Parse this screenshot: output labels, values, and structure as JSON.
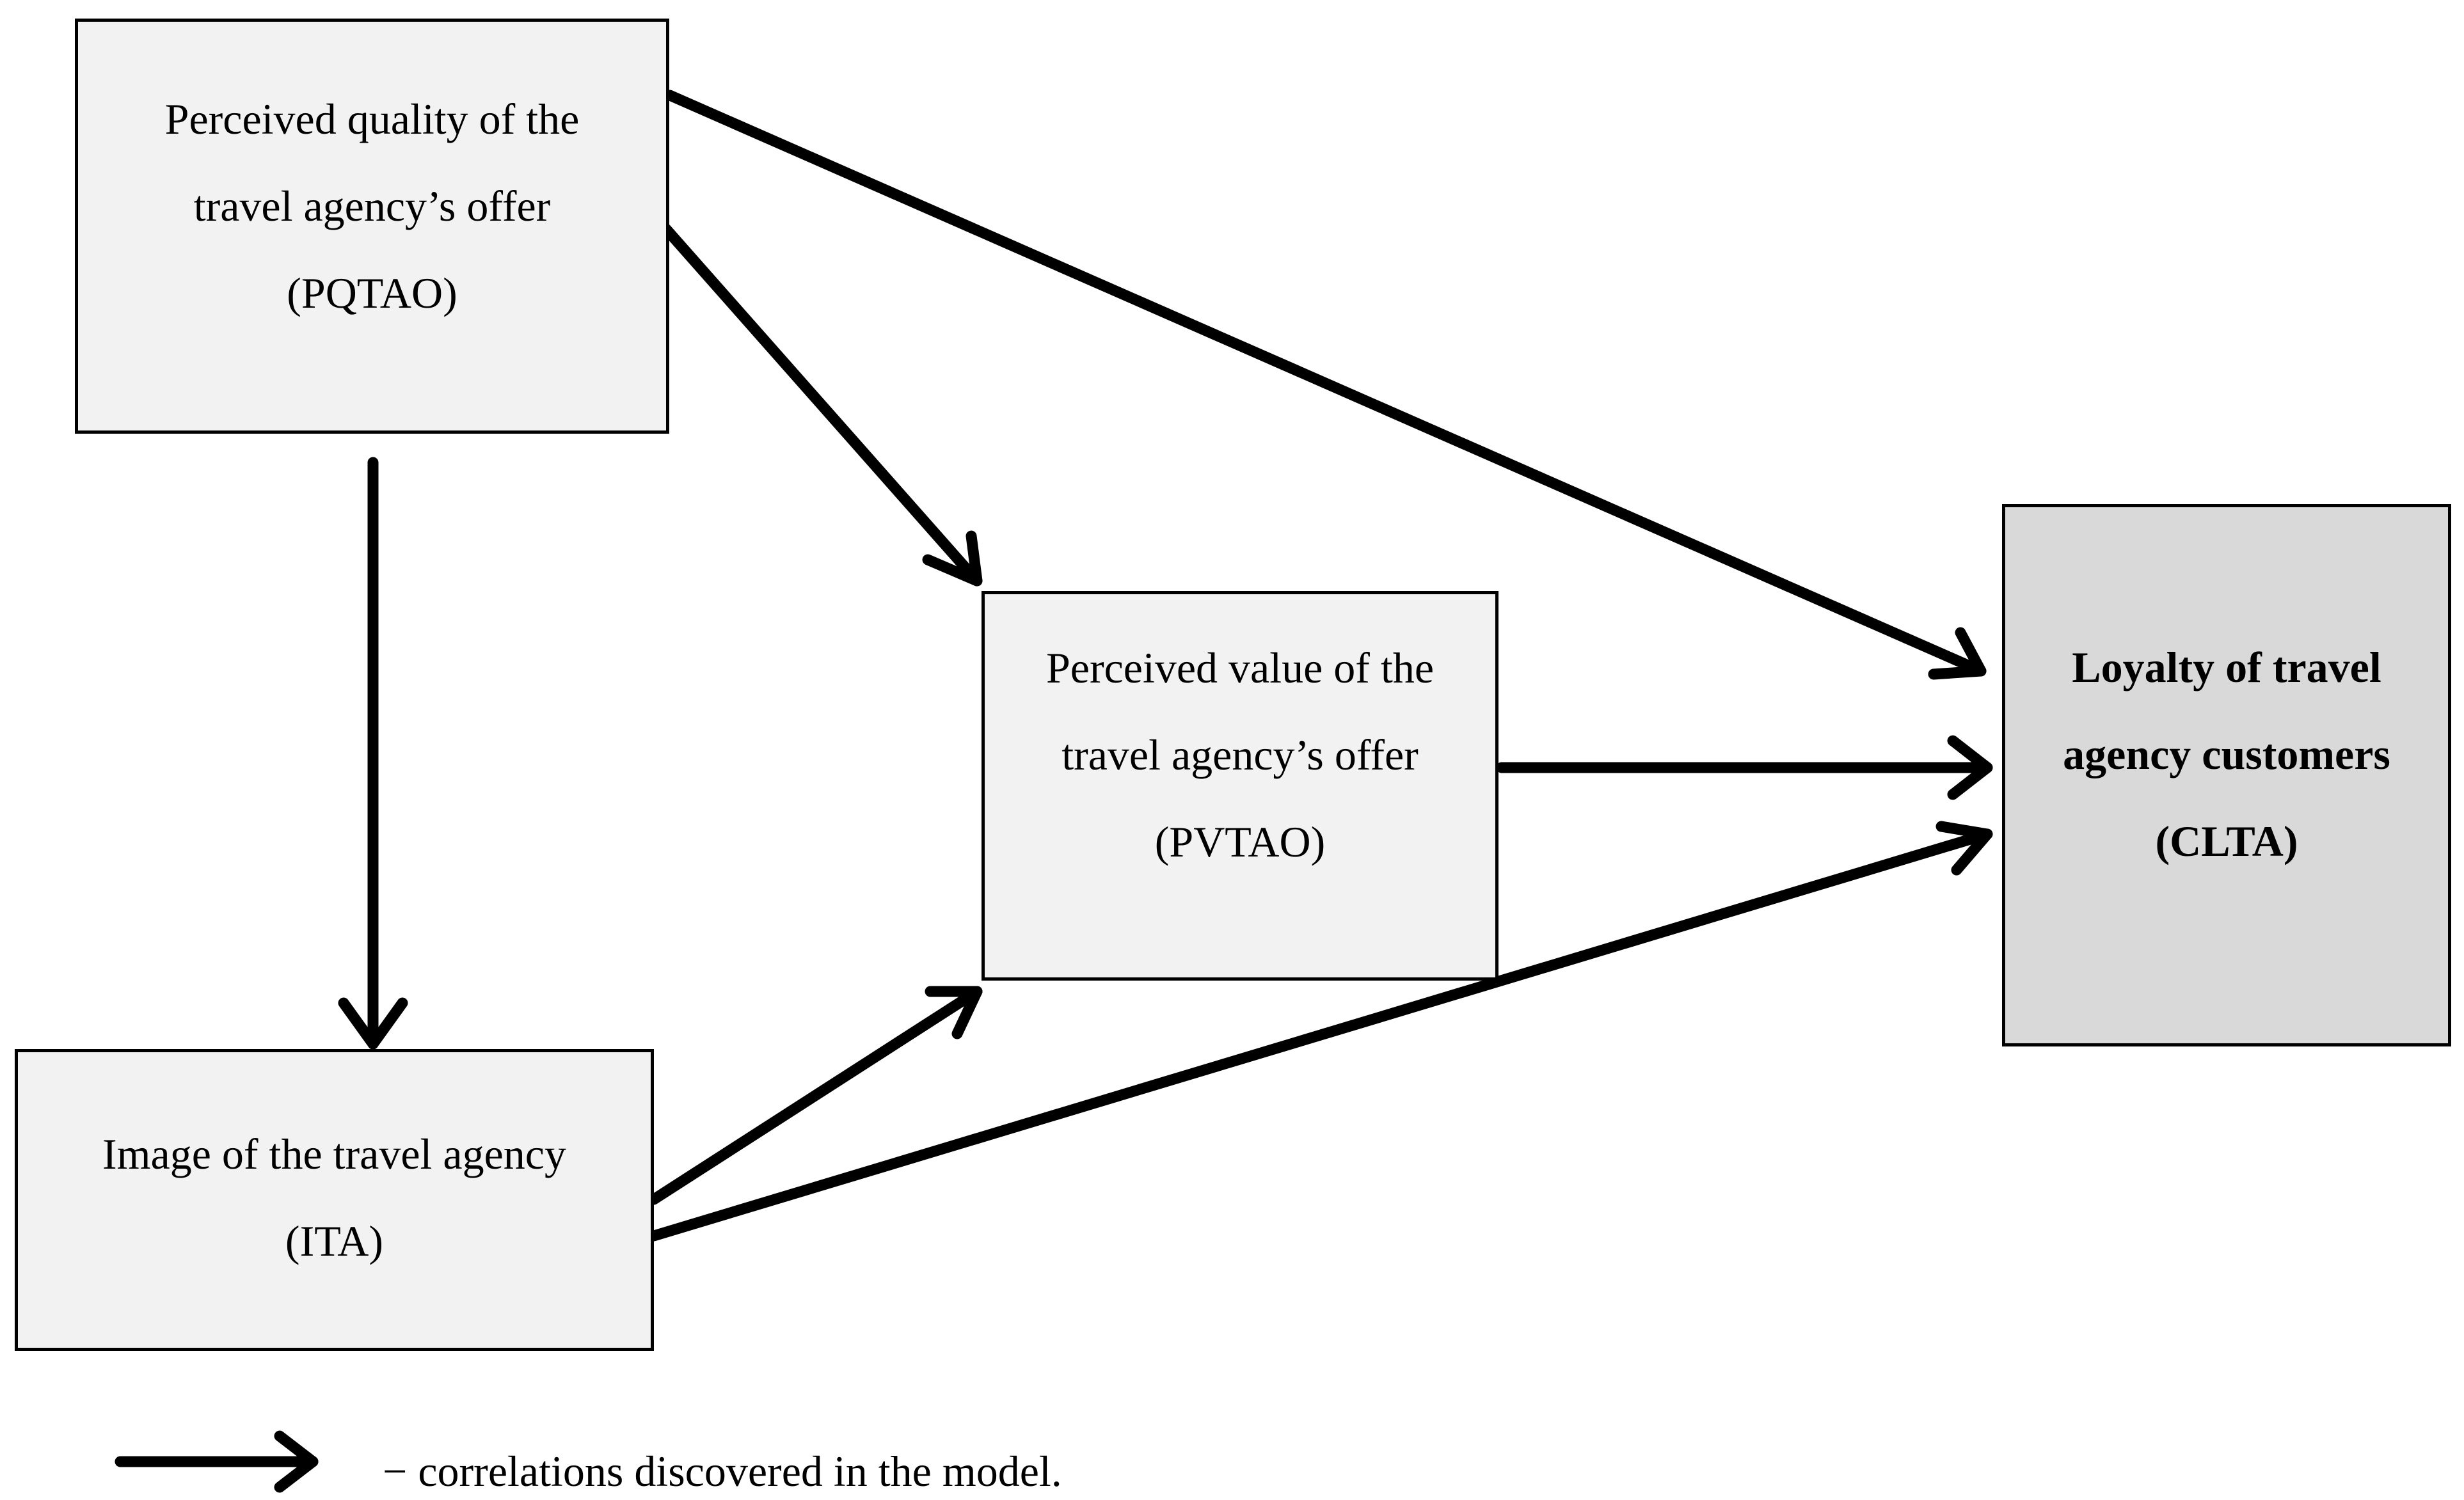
{
  "nodes": {
    "pqtao": {
      "lines": [
        "Perceived quality of the",
        "travel agency’s offer",
        "(PQTAO)"
      ]
    },
    "ita": {
      "lines": [
        "Image of the travel agency",
        "(ITA)"
      ]
    },
    "pvtao": {
      "lines": [
        "Perceived value of the",
        "travel agency’s offer",
        "(PVTAO)"
      ]
    },
    "clta": {
      "lines": [
        "Loyalty of travel",
        "agency customers",
        "(CLTA)"
      ]
    }
  },
  "edges": [
    {
      "from": "pqtao",
      "to": "ita"
    },
    {
      "from": "pqtao",
      "to": "pvtao"
    },
    {
      "from": "pqtao",
      "to": "clta"
    },
    {
      "from": "pvtao",
      "to": "clta"
    },
    {
      "from": "ita",
      "to": "pvtao"
    },
    {
      "from": "ita",
      "to": "clta"
    }
  ],
  "legend": {
    "text": "− correlations discovered in the model."
  },
  "colors": {
    "box_fill": "#f2f2f2",
    "outcome_fill": "#d9d9d9",
    "stroke": "#000000"
  }
}
